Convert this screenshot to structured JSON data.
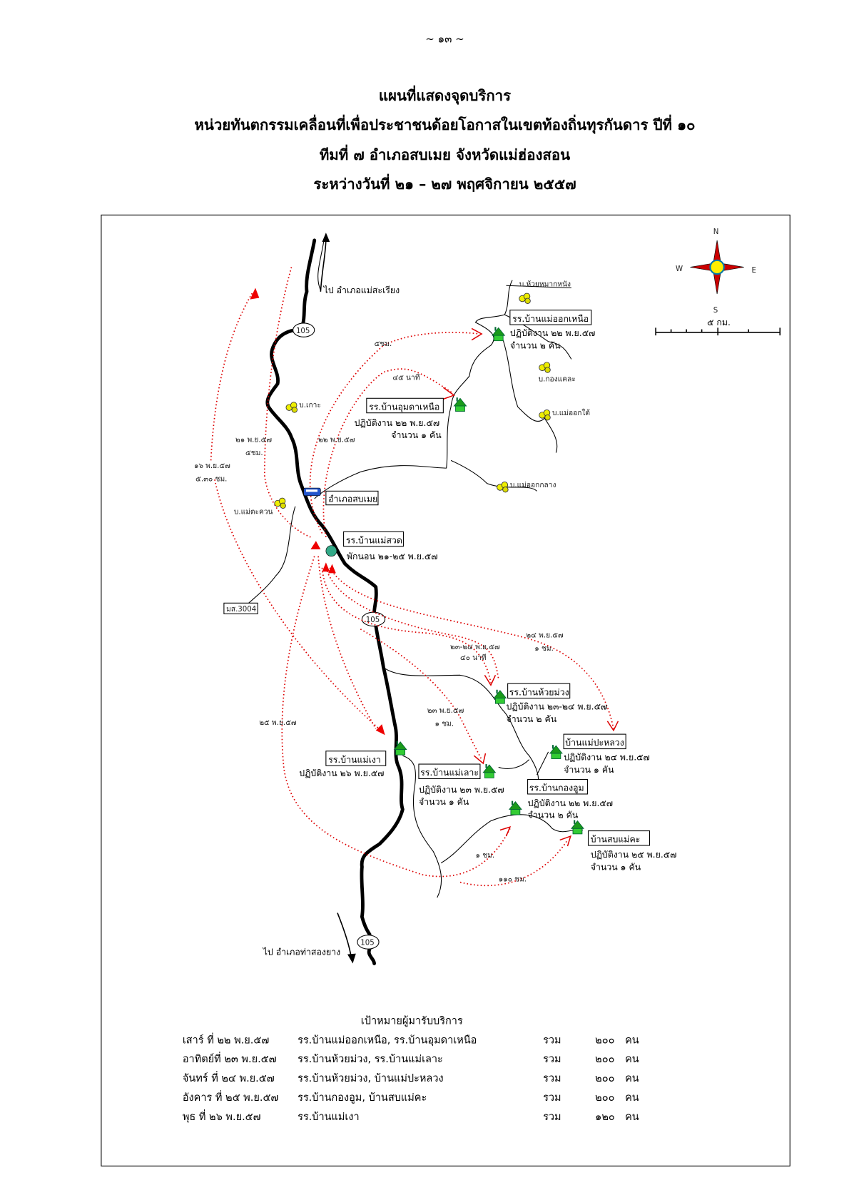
{
  "page_number": "~ ๑๓ ~",
  "titles": [
    "แผนที่แสดงจุดบริการ",
    "หน่วยทันตกรรมเคลื่อนที่เพื่อประชาชนด้อยโอกาสในเขตท้องถิ่นทุรกันดาร   ปีที่ ๑๐",
    "ทีมที่ ๗   อำเภอสบเมย   จังหวัดแม่ฮ่องสอน",
    "ระหว่างวันที่ ๒๑ – ๒๗ พฤศจิกายน ๒๕๕๗"
  ],
  "compass": {
    "n": "N",
    "s": "S",
    "e": "E",
    "w": "W"
  },
  "scale": "๕ กม.",
  "roads": {
    "number": "105",
    "north_dest": "ไป อำเภอแม่สะเรียง",
    "south_dest": "ไป อำเภอท่าสองยาง",
    "secondary": "มส.3004"
  },
  "villages": [
    "บ.ห้วยหมากหนัง",
    "บ.กองแคละ",
    "บ.แม่ออกใต้",
    "บ.แม่ออกกลาง",
    "บ.เกาะ",
    "บ.แม่ตะควน"
  ],
  "district": "อำเภอสบเมย",
  "schools": [
    {
      "name": "รร.บ้านแม่ออกเหนือ",
      "work": "ปฏิบัติงาน ๒๒ พ.ย.๕๗",
      "units": "จำนวน ๒ คัน"
    },
    {
      "name": "รร.บ้านอุมดาเหนือ",
      "work": "ปฏิบัติงาน ๒๒ พ.ย.๕๗",
      "units": "จำนวน ๑ คัน"
    },
    {
      "name": "รร.บ้านแม่สวด",
      "work": "พักนอน ๒๑-๒๕ พ.ย.๕๗"
    },
    {
      "name": "รร.บ้านห้วยม่วง",
      "work": "ปฏิบัติงาน ๒๓-๒๔ พ.ย.๕๗",
      "units": "จำนวน ๒ คัน"
    },
    {
      "name": "บ้านแม่ปะหลวง",
      "work": "ปฏิบัติงาน ๒๔ พ.ย.๕๗",
      "units": "จำนวน ๑ คัน"
    },
    {
      "name": "รร.บ้านแม่เงา",
      "work": "ปฏิบัติงาน ๒๖ พ.ย.๕๗"
    },
    {
      "name": "รร.บ้านแม่เลาะ",
      "work": "ปฏิบัติงาน ๒๓ พ.ย.๕๗",
      "units": "จำนวน ๑ คัน"
    },
    {
      "name": "รร.บ้านกองอูม",
      "work": "ปฏิบัติงาน ๒๒ พ.ย.๕๗",
      "units": "จำนวน ๒ คัน"
    },
    {
      "name": "บ้านสบแม่คะ",
      "work": "ปฏิบัติงาน ๒๕ พ.ย.๕๗",
      "units": "จำนวน ๑ คัน"
    }
  ],
  "route_labels": [
    "๕ชม.",
    "๔๕ นาที",
    "๒๑ พ.ย.๕๗",
    "๕ชม.",
    "๒๒ พ.ย.๕๗",
    "๑๖ พ.ย.๕๗",
    "๕.๓๐ ชม.",
    "๒๓-๒๔ พ.ย.๕๗",
    "๔๐ นาที",
    "๒๔ พ.ย.๕๗",
    "๑ ชม.",
    "๒๓ พ.ย.๕๗",
    "๑ ชม.",
    "๒๕ พ.ย.๕๗",
    "๑ ชม.",
    "๑๑๐ ชม."
  ],
  "targets": {
    "title": "เป้าหมายผู้มารับบริการ",
    "rows": [
      {
        "date": "เสาร์ ที่ ๒๒ พ.ย.๕๗",
        "places": "รร.บ้านแม่ออกเหนือ, รร.บ้านอุมดาเหนือ",
        "total_label": "รวม",
        "count": "๒๐๐",
        "unit": "คน"
      },
      {
        "date": "อาทิตย์ที่ ๒๓ พ.ย.๕๗",
        "places": "รร.บ้านห้วยม่วง, รร.บ้านแม่เลาะ",
        "total_label": "รวม",
        "count": "๒๐๐",
        "unit": "คน"
      },
      {
        "date": "จันทร์ ที่ ๒๔ พ.ย.๕๗",
        "places": "รร.บ้านห้วยม่วง, บ้านแม่ปะหลวง",
        "total_label": "รวม",
        "count": "๒๐๐",
        "unit": "คน"
      },
      {
        "date": "อังคาร ที่ ๒๕ พ.ย.๕๗",
        "places": "รร.บ้านกองอูม, บ้านสบแม่คะ",
        "total_label": "รวม",
        "count": "๒๐๐",
        "unit": "คน"
      },
      {
        "date": "พุธ ที่ ๒๖ พ.ย.๕๗",
        "places": "รร.บ้านแม่เงา",
        "total_label": "รวม",
        "count": "๑๒๐",
        "unit": "คน"
      }
    ]
  }
}
